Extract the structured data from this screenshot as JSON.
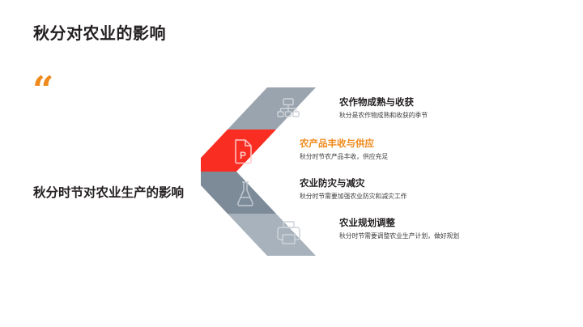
{
  "slide": {
    "title": "秋分对农业的影响",
    "quote_glyph": "“",
    "left_caption": "秋分时节对农业生产的影响"
  },
  "colors": {
    "accent_orange": "#f08a1c",
    "highlight_red": "#fa2d23",
    "band_gray_1": "#9aa4ae",
    "band_gray_3": "#7d8b99",
    "band_gray_4": "#a8b2bc",
    "text_dark": "#231f20"
  },
  "chevron": {
    "bands": [
      {
        "icon": "sitemap-icon",
        "fill": "#9aa4ae",
        "highlighted": false
      },
      {
        "icon": "file-powerpoint-icon",
        "fill": "#fa2d23",
        "highlighted": true
      },
      {
        "icon": "flask-icon",
        "fill": "#7d8b99",
        "highlighted": false
      },
      {
        "icon": "printer-icon",
        "fill": "#a8b2bc",
        "highlighted": false
      }
    ]
  },
  "items": [
    {
      "title": "农作物成熟与收获",
      "desc": "秋分是农作物成熟和收获的季节",
      "accent": false
    },
    {
      "title": "农产品丰收与供应",
      "desc": "秋分时节农产品丰收，供应充足",
      "accent": true
    },
    {
      "title": "农业防灾与减灾",
      "desc": "秋分时节需要加强农业防灾和减灾工作",
      "accent": false
    },
    {
      "title": "农业规划调整",
      "desc": "秋分时节需要调整农业生产计划，做好规划",
      "accent": false
    }
  ]
}
